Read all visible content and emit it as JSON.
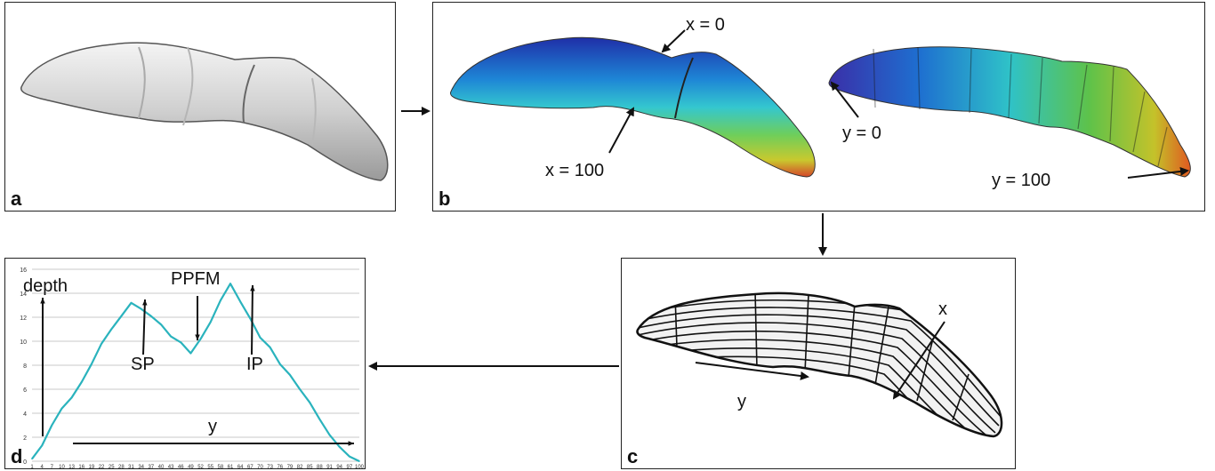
{
  "panels": {
    "a": {
      "label": "a"
    },
    "b": {
      "label": "b",
      "annotations": {
        "x0": "x = 0",
        "x100": "x = 100",
        "y0": "y = 0",
        "y100": "y = 100"
      }
    },
    "c": {
      "label": "c",
      "annotations": {
        "x": "x",
        "y": "y"
      }
    },
    "d": {
      "label": "d",
      "annotations": {
        "depth": "depth",
        "ppfm": "PPFM",
        "sp": "SP",
        "ip": "IP",
        "y": "y"
      }
    }
  },
  "chart_data": {
    "type": "line",
    "title": "",
    "xlabel": "y",
    "ylabel": "depth",
    "ylim": [
      0,
      16
    ],
    "y_ticks": [
      0,
      2,
      4,
      6,
      8,
      10,
      12,
      14,
      16
    ],
    "x_ticks": [
      "1",
      "4",
      "7",
      "10",
      "13",
      "16",
      "19",
      "22",
      "25",
      "28",
      "31",
      "34",
      "37",
      "40",
      "43",
      "46",
      "49",
      "52",
      "55",
      "58",
      "61",
      "64",
      "67",
      "70",
      "73",
      "76",
      "79",
      "82",
      "85",
      "88",
      "91",
      "94",
      "97",
      "100"
    ],
    "grid": true,
    "line_color": "#2ab3bd",
    "x": [
      1,
      4,
      7,
      10,
      13,
      16,
      19,
      22,
      25,
      28,
      31,
      34,
      37,
      40,
      43,
      46,
      49,
      52,
      55,
      58,
      61,
      64,
      67,
      70,
      73,
      76,
      79,
      82,
      85,
      88,
      91,
      94,
      97,
      100
    ],
    "values": [
      0.2,
      1.3,
      3.0,
      4.4,
      5.3,
      6.6,
      8.1,
      9.8,
      11.0,
      12.1,
      13.2,
      12.7,
      12.1,
      11.4,
      10.4,
      9.9,
      9.0,
      10.2,
      11.6,
      13.4,
      14.8,
      13.3,
      11.9,
      10.3,
      9.5,
      8.1,
      7.2,
      6.0,
      4.9,
      3.5,
      2.2,
      1.2,
      0.4,
      0.0
    ]
  }
}
